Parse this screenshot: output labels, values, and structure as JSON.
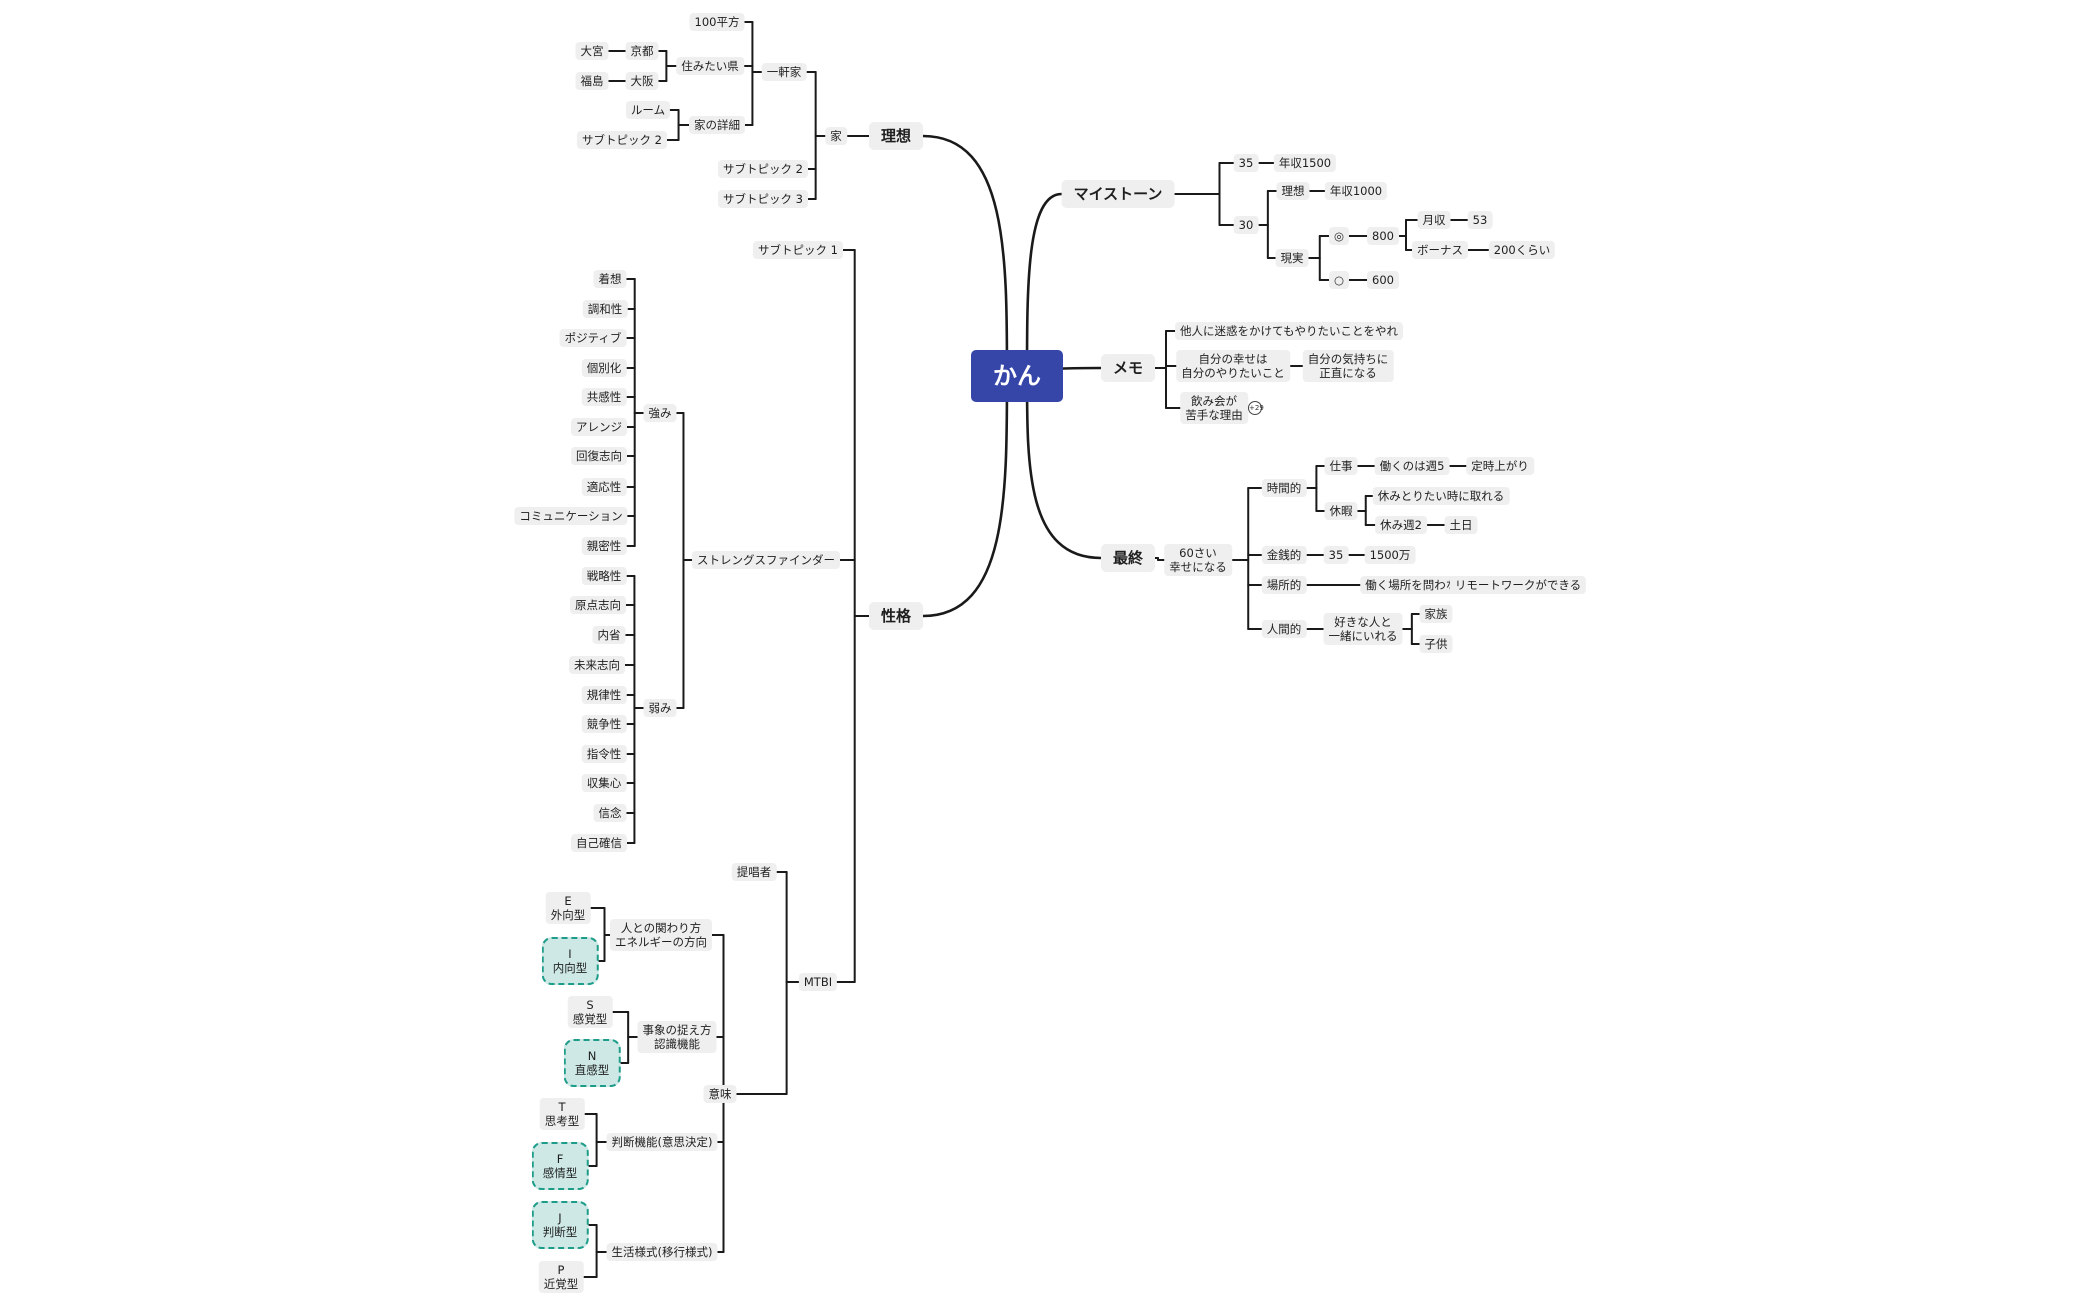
{
  "mindmap": {
    "root": {
      "id": "root",
      "label": "かん"
    },
    "branches": [
      {
        "id": "b_riso",
        "label": "理想"
      },
      {
        "id": "b_seikaku",
        "label": "性格"
      },
      {
        "id": "b_milestone",
        "label": "マイストーン"
      },
      {
        "id": "b_memo",
        "label": "メモ"
      },
      {
        "id": "b_saishu",
        "label": "最終"
      }
    ],
    "nodes": {
      "ie": "家",
      "ikkenya": "一軒家",
      "n100": "100平方",
      "sumitai": "住みたい県",
      "kyoto": "京都",
      "omiya": "大宮",
      "osaka": "大阪",
      "fukushima": "福島",
      "shosai": "家の詳細",
      "room": "ルーム",
      "sub2a": "サブトピック 2",
      "sub2": "サブトピック 2",
      "sub3": "サブトピック 3",
      "sub1": "サブトピック 1",
      "sf": "ストレングスファインダー",
      "tsuyomi": "強み",
      "yowami": "弱み",
      "s1": "着想",
      "s2": "調和性",
      "s3": "ポジティブ",
      "s4": "個別化",
      "s5": "共感性",
      "s6": "アレンジ",
      "s7": "回復志向",
      "s8": "適応性",
      "s9": "コミュニケーション",
      "s10": "親密性",
      "w1": "戦略性",
      "w2": "原点志向",
      "w3": "内省",
      "w4": "未来志向",
      "w5": "規律性",
      "w6": "競争性",
      "w7": "指令性",
      "w8": "収集心",
      "w9": "信念",
      "w10": "自己確信",
      "mtbi": "MTBI",
      "teisho": "提唱者",
      "imi": "意味",
      "hito": "人との関わり方\nエネルギーの方向",
      "E": "E\n外向型",
      "I": "I\n内向型",
      "jisho": "事象の捉え方\n認識機能",
      "S": "S\n感覚型",
      "N": "N\n直感型",
      "handan": "判断機能(意思決定)",
      "T": "T\n思考型",
      "F": "F\n感情型",
      "seikatsu": "生活様式(移行様式)",
      "J": "J\n判断型",
      "P": "P\n近覚型",
      "m35": "35",
      "nen1500": "年収1500",
      "m30": "30",
      "riso2": "理想",
      "nen1000": "年収1000",
      "genjitsu": "現実",
      "dbl": "◎",
      "v800": "800",
      "gesshu": "月収",
      "v53": "53",
      "bonus": "ボーナス",
      "v200": "200くらい",
      "sgl": "○",
      "v600": "600",
      "memo1": "他人に迷惑をかけてもやりたいことをやれ",
      "memo2": "自分の幸せは\n自分のやりたいこと",
      "memo2b": "自分の気持ちに\n正直になる",
      "memo3": "飲み会が\n苦手な理由",
      "memo3badge": "+29",
      "rokuju": "60さい\n幸せになる",
      "jikan": "時間的",
      "shigoto": "仕事",
      "hataraku5": "働くのは週5",
      "teiji": "定時上がり",
      "kyuka": "休暇",
      "yasumi_toritai": "休みとりたい時に取れる",
      "yasumi2": "休み週2",
      "donichi": "土日",
      "kinsen": "金銭的",
      "k35": "35",
      "k1500": "1500万",
      "basho": "場所的",
      "basho_towanai": "働く場所を問わない",
      "remote": "リモートワークができる",
      "ningen": "人間的",
      "sukina": "好きな人と\n一緒にいれる",
      "kazoku": "家族",
      "kodomo": "子供"
    }
  }
}
